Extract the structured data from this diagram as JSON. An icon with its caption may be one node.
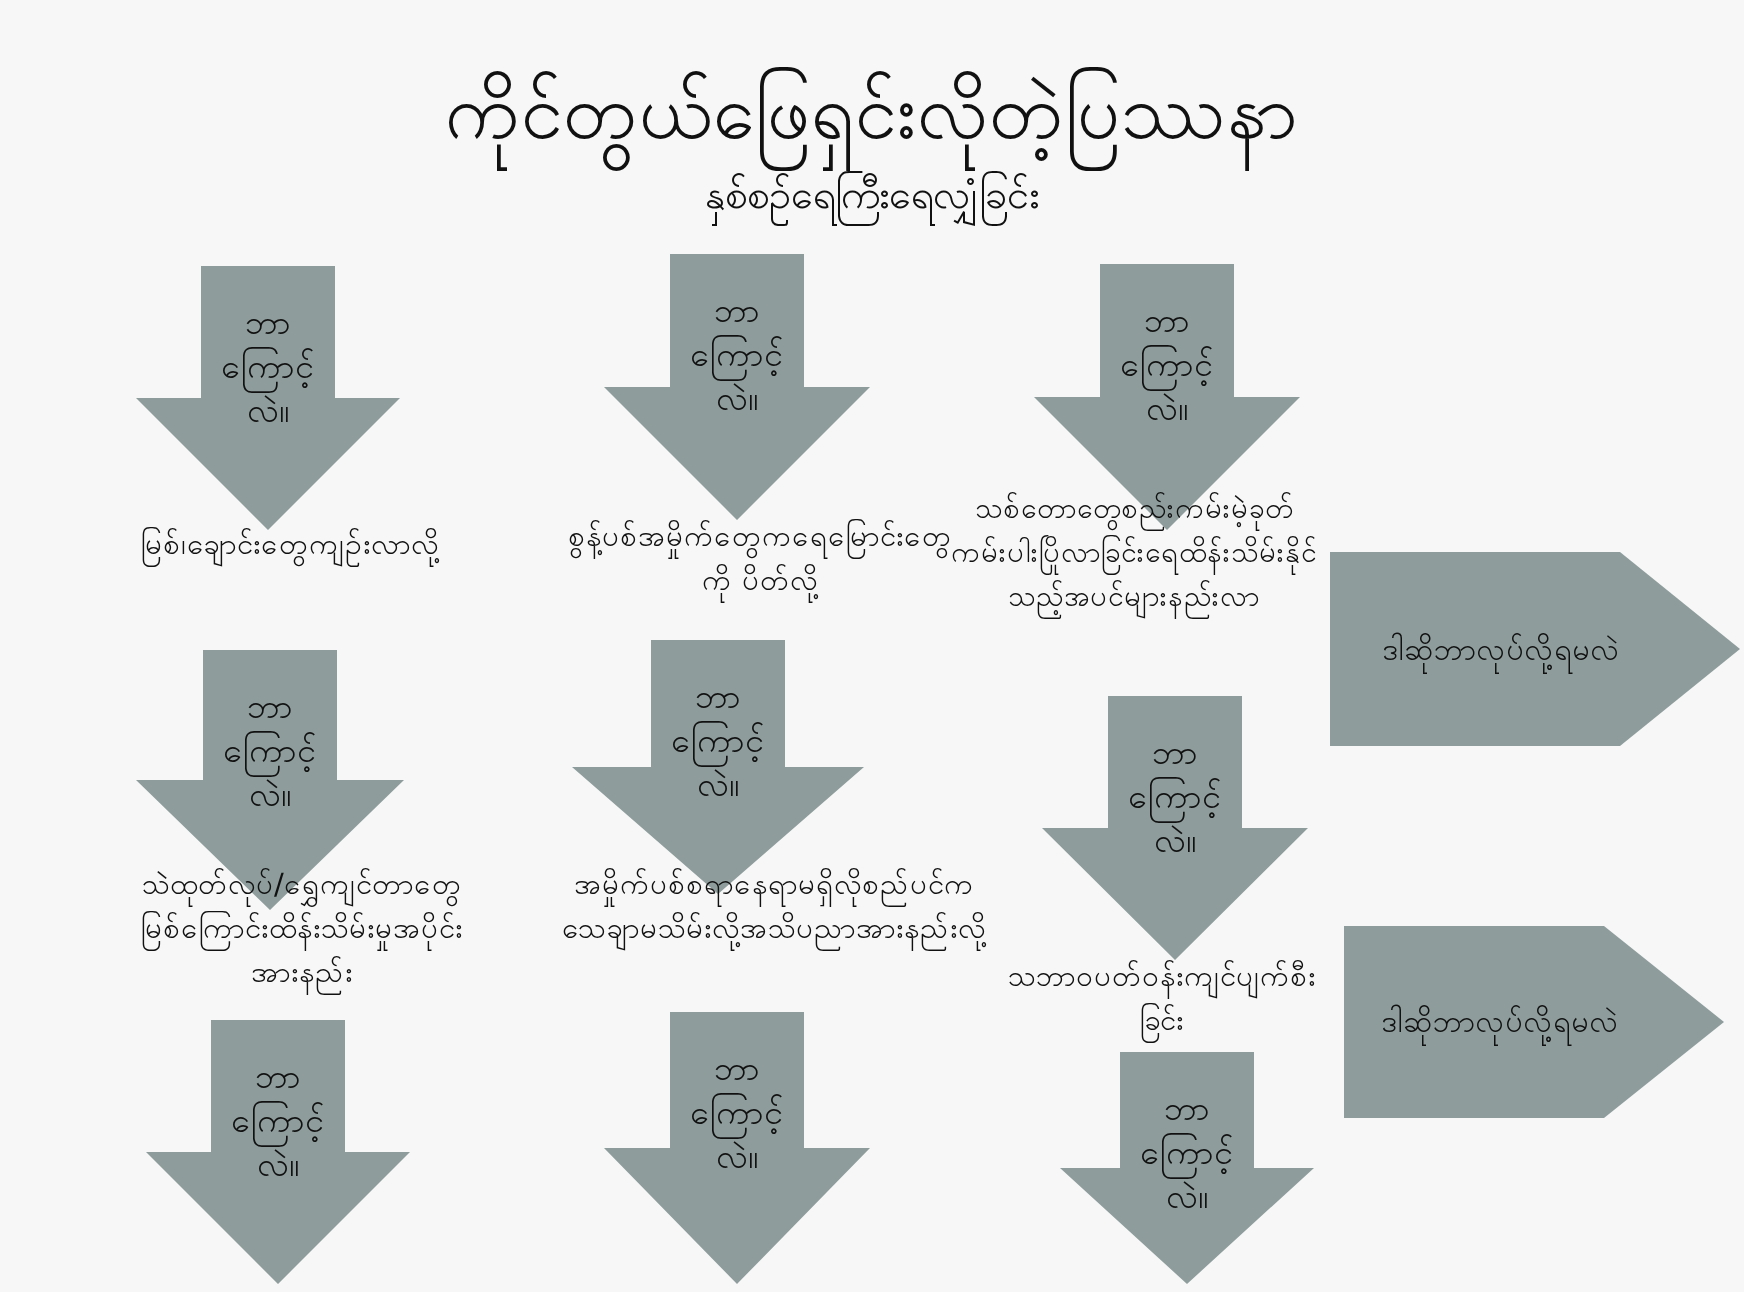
{
  "diagram": {
    "title": "ကိုင်တွယ်ဖြေရှင်းလိုတဲ့ပြဿနာ",
    "nodes": [
      {
        "text": [
          "နှစ်စဉ်ရေကြီးရေလျှံခြင်း"
        ]
      },
      {
        "text": [
          "ဘာကြောင့်လဲ။"
        ]
      },
      {
        "text": [
          "မြစ်၊ချောင်းတွေကျဉ်းလာလို့"
        ]
      },
      {
        "text": [
          "ဘာကြောင့်လဲ။"
        ]
      },
      {
        "text": [
          "သဲထုတ်လုပ်/ရွှေကျင်တာတွေမြစ်ကြောင်းထိန်းသိမ်းမှုအပိုင်းအားနည်း"
        ]
      },
      {
        "text": [
          "ဘာကြောင့်လဲ။"
        ]
      },
      {
        "text": [
          "ဘာကြောင့်လဲ။"
        ]
      },
      {
        "text": [
          "စွန့်ပစ်အမှိုက်တွေကရေမြောင်းတွေကို ပိတ်လို့"
        ]
      },
      {
        "text": [
          "ဘာကြောင့်လဲ။"
        ]
      },
      {
        "text": [
          "အမှိုက်ပစ်စရာနေရာမရှိလိုစည်ပင်ကသေချာမသိမ်းလို့အသိပညာအားနည်းလို့"
        ]
      },
      {
        "text": [
          "ဘာကြောင့်လဲ။"
        ]
      },
      {
        "text": [
          "ဘာကြောင့်လဲ။"
        ]
      },
      {
        "text": [
          "သစ်တောတွေစည်းကမ်းမဲ့ခုတ်ကမ်းပါးပြိုလာခြင်းရေထိန်းသိမ်းနိုင်သည့်အပင်များနည်းလာ"
        ]
      },
      {
        "text": [
          "ဒါဆိုဘာလုပ်လို့ရမလဲ"
        ]
      },
      {
        "text": [
          "ဘာကြောင့်လဲ။"
        ]
      },
      {
        "text": [
          "သဘာဝပတ်ဝန်းကျင်ပျက်စီးခြင်း"
        ]
      },
      {
        "text": [
          "ဘာကြောင့်လဲ။"
        ]
      },
      {
        "text": [
          "ဒါဆိုဘာလုပ်လို့ရမလဲ"
        ]
      }
    ]
  }
}
